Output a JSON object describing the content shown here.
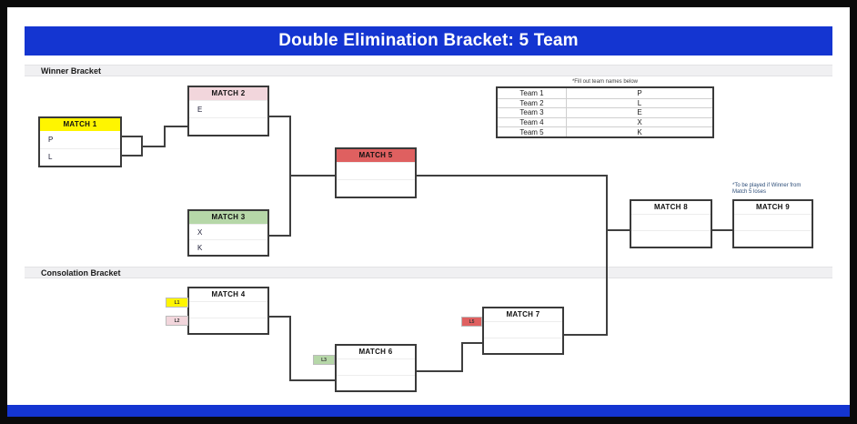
{
  "title": "Double Elimination Bracket: 5 Team",
  "sections": {
    "winner": "Winner Bracket",
    "consolation": "Consolation Bracket"
  },
  "notes": {
    "team_table": "*Fill out team names below",
    "match9": "*To be played if Winner from Match 5 loses"
  },
  "team_table": {
    "rows": [
      {
        "label": "Team 1",
        "value": "P"
      },
      {
        "label": "Team 2",
        "value": "L"
      },
      {
        "label": "Team 3",
        "value": "E"
      },
      {
        "label": "Team 4",
        "value": "X"
      },
      {
        "label": "Team 5",
        "value": "K"
      }
    ]
  },
  "matches": {
    "m1": {
      "title": "MATCH 1",
      "header_color": "#fff500",
      "slots": [
        "P",
        "L"
      ]
    },
    "m2": {
      "title": "MATCH 2",
      "header_color": "#f2d6dc",
      "slots": [
        "E",
        ""
      ]
    },
    "m3": {
      "title": "MATCH 3",
      "header_color": "#b6d7a8",
      "slots": [
        "X",
        "K"
      ]
    },
    "m4": {
      "title": "MATCH 4",
      "header_color": "#ffffff",
      "slots": [
        "",
        ""
      ]
    },
    "m5": {
      "title": "MATCH 5",
      "header_color": "#df6060",
      "slots": [
        "",
        ""
      ]
    },
    "m6": {
      "title": "MATCH 6",
      "header_color": "#ffffff",
      "slots": [
        "",
        ""
      ]
    },
    "m7": {
      "title": "MATCH 7",
      "header_color": "#ffffff",
      "slots": [
        "",
        ""
      ]
    },
    "m8": {
      "title": "MATCH 8",
      "header_color": "#ffffff",
      "slots": [
        "",
        ""
      ]
    },
    "m9": {
      "title": "MATCH 9",
      "header_color": "#ffffff",
      "slots": [
        "",
        ""
      ]
    }
  },
  "loser_tags": [
    {
      "label": "L1",
      "color": "#fff500"
    },
    {
      "label": "L2",
      "color": "#f2d6dc"
    },
    {
      "label": "L3",
      "color": "#b6d7a8"
    },
    {
      "label": "L5",
      "color": "#df6060"
    }
  ],
  "colors": {
    "title_bar_blue": "#1435d1",
    "footer_bar_blue": "#1435d1",
    "connector_line": "#3f3f3f",
    "section_band_gray": "#f0f0f2"
  }
}
